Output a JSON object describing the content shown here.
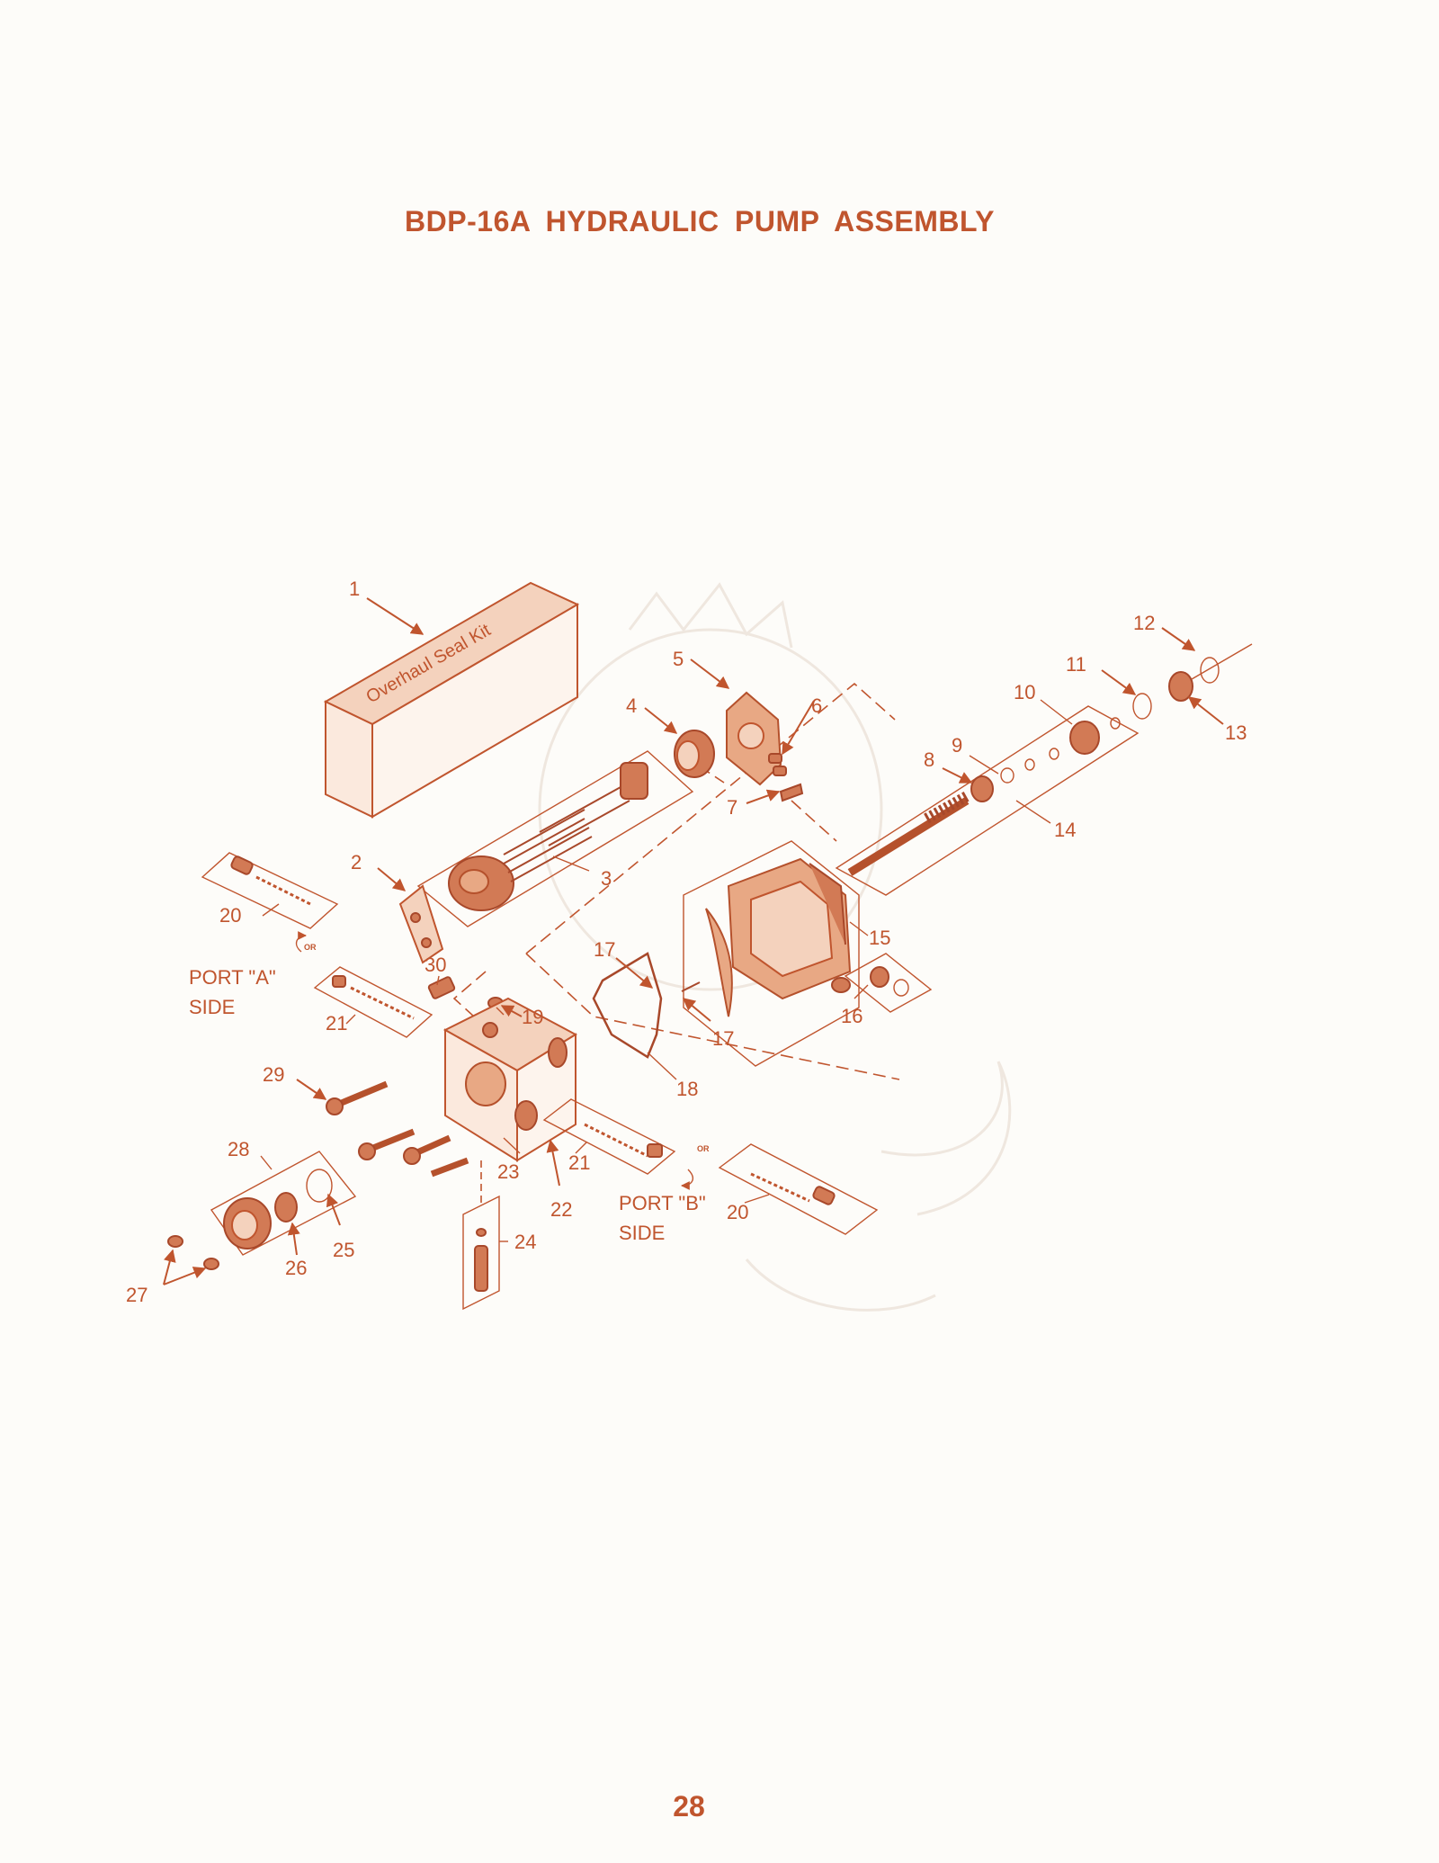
{
  "header": {
    "title": "BDP-16A HYDRAULIC PUMP ASSEMBLY"
  },
  "footer": {
    "page_number": "28"
  },
  "diagram": {
    "seal_kit_label": "Overhaul Seal Kit",
    "port_a": {
      "line1": "PORT \"A\"",
      "line2": "SIDE"
    },
    "port_b": {
      "line1": "PORT \"B\"",
      "line2": "SIDE"
    },
    "or_marks": [
      "OR",
      "OR"
    ],
    "callouts": [
      "1",
      "2",
      "3",
      "4",
      "5",
      "6",
      "7",
      "8",
      "9",
      "10",
      "11",
      "12",
      "13",
      "14",
      "15",
      "16",
      "17",
      "17",
      "18",
      "19",
      "20",
      "20",
      "21",
      "21",
      "22",
      "23",
      "24",
      "25",
      "26",
      "27",
      "28",
      "29",
      "30"
    ]
  },
  "colors": {
    "ink": "#c0552e",
    "background": "#fdfcf9"
  }
}
